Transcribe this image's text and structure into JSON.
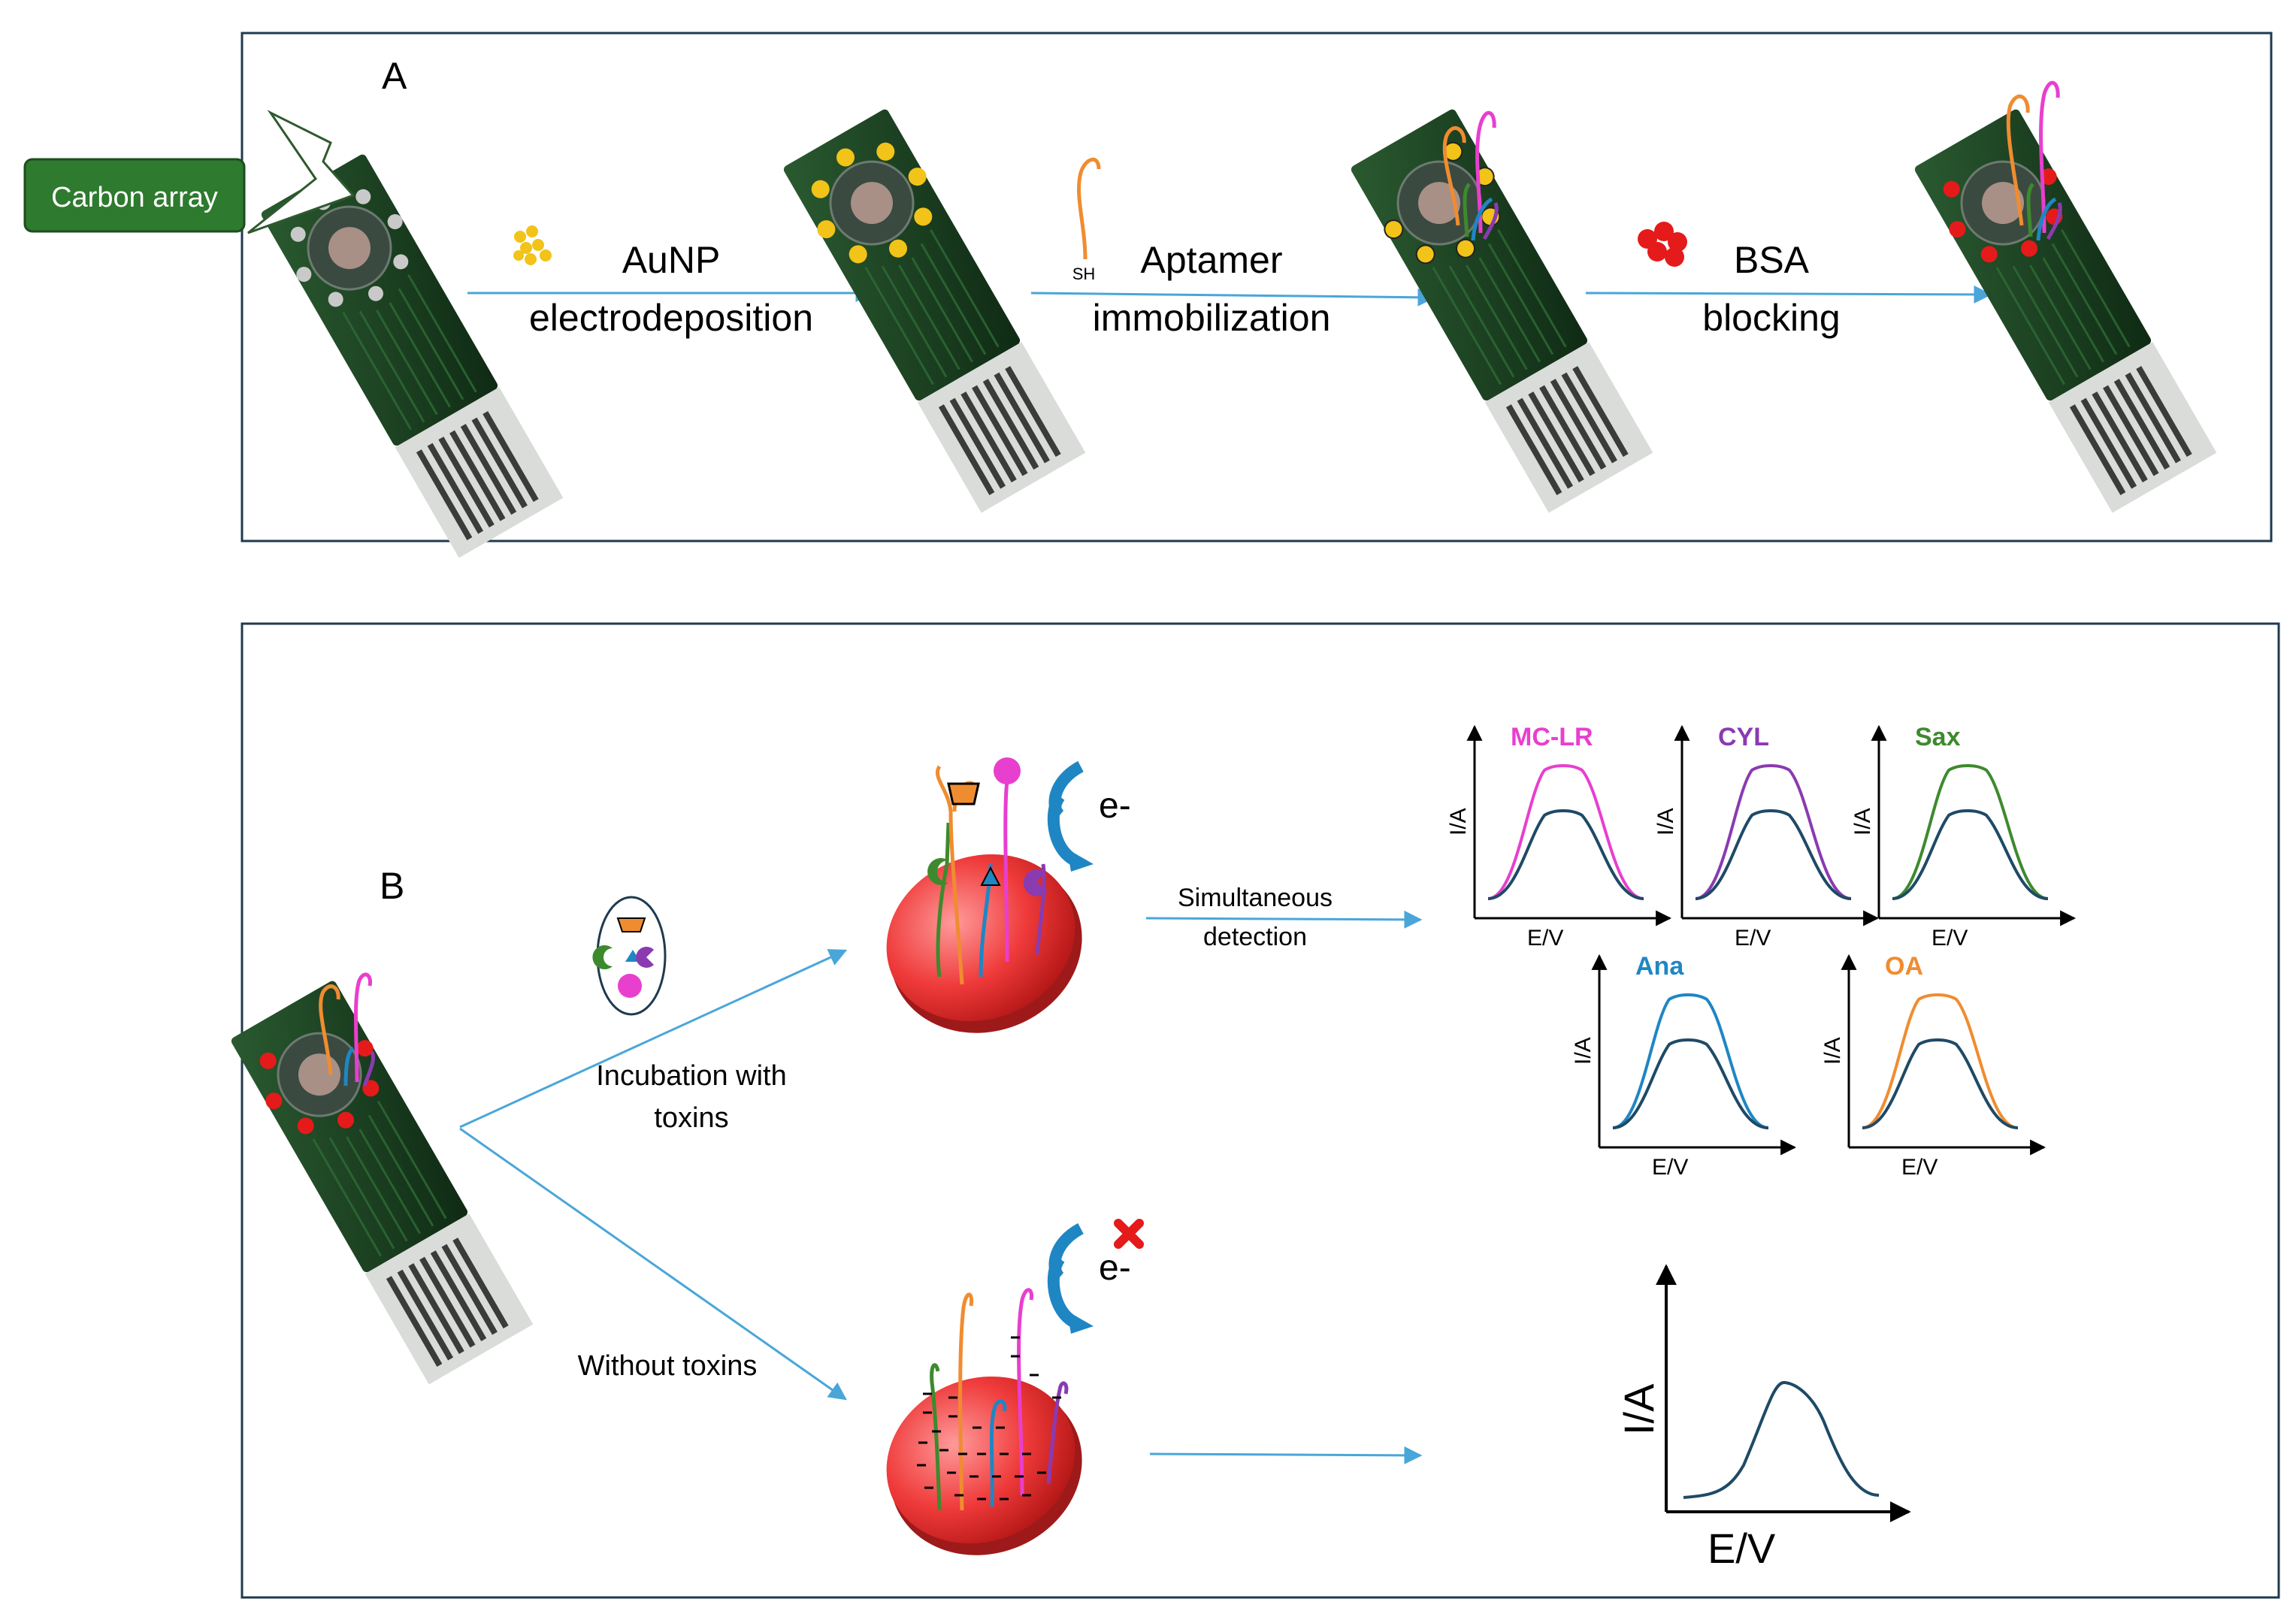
{
  "panelA": {
    "label": "A",
    "callout": "Carbon array",
    "step1": {
      "line1": "AuNP",
      "line2": "electrodeposition"
    },
    "step2": {
      "line1": "Aptamer",
      "line2": "immobilization",
      "thiol": "SH"
    },
    "step3": {
      "line1": "BSA",
      "line2": "blocking"
    }
  },
  "panelB": {
    "label": "B",
    "incubation": {
      "line1": "Incubation with",
      "line2": "toxins"
    },
    "without": "Without toxins",
    "simultaneous": {
      "line1": "Simultaneous",
      "line2": "detection"
    },
    "electron": "e-",
    "graphs": [
      {
        "name": "MC-LR",
        "color": "#e83fcf"
      },
      {
        "name": "CYL",
        "color": "#8a3bb0"
      },
      {
        "name": "Sax",
        "color": "#3d8a2e"
      },
      {
        "name": "Ana",
        "color": "#1f86c4"
      },
      {
        "name": "OA",
        "color": "#f08c30"
      }
    ],
    "ylabel": "I/A",
    "xlabel": "E/V"
  },
  "colors": {
    "frame": "#1f3a4f",
    "arrow": "#4aa6d9",
    "chip": "#16351c",
    "baseline_curve": "#1e4a66",
    "callout_fill": "#2e7a2e"
  }
}
